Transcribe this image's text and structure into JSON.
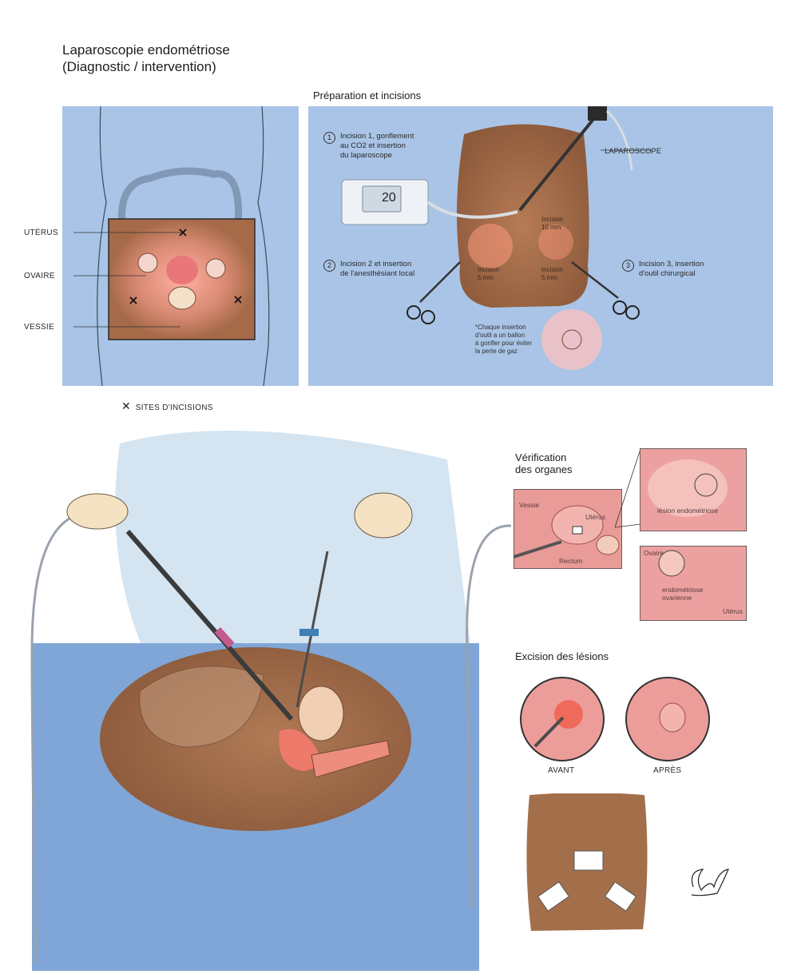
{
  "title": {
    "line1": "Laparoscopie endométriose",
    "line2": "(Diagnostic / intervention)"
  },
  "anatomy_panel": {
    "labels": {
      "uterus": "UTÉRUS",
      "ovaire": "OVAIRE",
      "vessie": "VESSIE"
    },
    "legend": "SITES D'INCISIONS"
  },
  "prep_panel": {
    "heading": "Préparation et incisions",
    "laparoscope_label": "LAPAROSCOPE",
    "steps": [
      {
        "num": "1",
        "line1": "Incision 1, gonflement",
        "line2": "au CO2 et insertion",
        "line3": "du laparoscope"
      },
      {
        "num": "2",
        "line1": "Incision 2 et insertion",
        "line2": "de l'anesthésiant local",
        "line3": ""
      },
      {
        "num": "3",
        "line1": "Incision 3, insertion",
        "line2": "d'outil chirurgical",
        "line3": ""
      }
    ],
    "incisions": [
      {
        "line1": "Incision",
        "line2": "10 mm"
      },
      {
        "line1": "Incision",
        "line2": "5 mm"
      },
      {
        "line1": "Incision",
        "line2": "5 mm"
      }
    ],
    "monitor_value": "20",
    "note": {
      "line1": "*Chaque insertion",
      "line2": "d'outil a un ballon",
      "line3": "à gonfler pour éviter",
      "line4": "la perte de gaz"
    }
  },
  "verification": {
    "heading_line1": "Vérification",
    "heading_line2": "des organes",
    "main_labels": {
      "vessie": "Vessie",
      "uterus": "Utérus",
      "rectum": "Rectum"
    },
    "inset1_label": "lésion endométriose",
    "inset2_labels": {
      "ovaire": "Ovaire",
      "endo1": "endométriose",
      "endo2": "ovarienne",
      "uterus": "Utérus"
    }
  },
  "excision": {
    "heading": "Excision des lésions",
    "before": "AVANT",
    "after": "APRÈS"
  },
  "colors": {
    "panel_blue": "#a9c4e6",
    "skin": "#a8744f",
    "drape": "#7fa6d6",
    "tissue": "#e58b8b"
  }
}
